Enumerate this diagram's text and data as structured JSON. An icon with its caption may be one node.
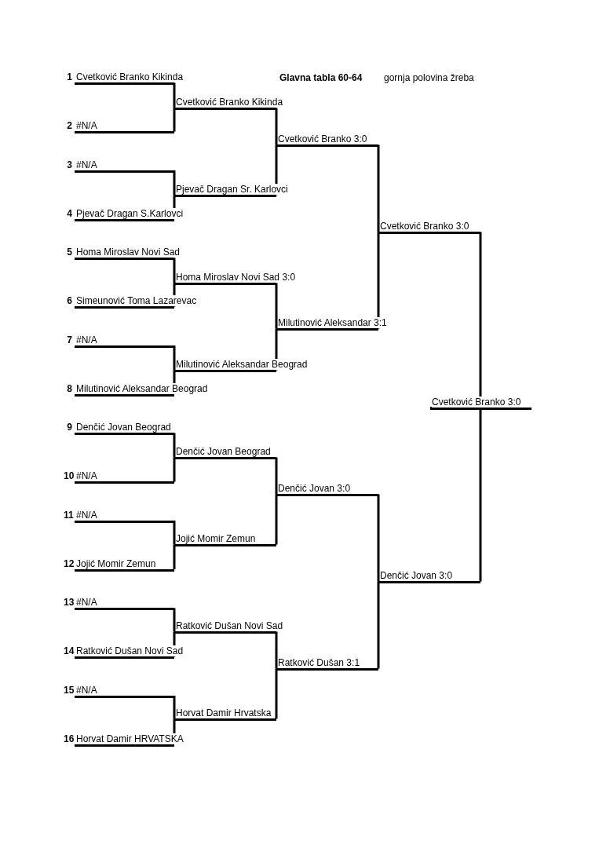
{
  "diagram": {
    "title": "Glavna tabla 60-64",
    "nodes": [
      {
        "text": [
          "Cvetković Branko Kikinda"
        ],
        "beside": [
          "1"
        ]
      },
      {
        "text": [
          "#N/A"
        ],
        "beside": [
          "2"
        ]
      },
      {
        "text": [
          "#N/A"
        ],
        "beside": [
          "3"
        ]
      },
      {
        "text": [
          "Pjevač Dragan S.Karlovci"
        ],
        "beside": [
          "4"
        ]
      },
      {
        "text": [
          "Homa Miroslav Novi Sad"
        ],
        "beside": [
          "5"
        ]
      },
      {
        "text": [
          "Simeunović Toma Lazarevac"
        ],
        "beside": [
          "6"
        ]
      },
      {
        "text": [
          "#N/A"
        ],
        "beside": [
          "7"
        ]
      },
      {
        "text": [
          "Milutinović Aleksandar Beograd"
        ],
        "beside": [
          "8"
        ]
      },
      {
        "text": [
          "Denčić Jovan Beograd"
        ],
        "beside": [
          "9"
        ]
      },
      {
        "text": [
          "#N/A"
        ],
        "beside": [
          "10"
        ]
      },
      {
        "text": [
          "#N/A"
        ],
        "beside": [
          "11"
        ]
      },
      {
        "text": [
          "Jojić Momir Zemun"
        ],
        "beside": [
          "12"
        ]
      },
      {
        "text": [
          "#N/A"
        ],
        "beside": [
          "13"
        ]
      },
      {
        "text": [
          "Ratković Dušan Novi Sad"
        ],
        "beside": [
          "14"
        ]
      },
      {
        "text": [
          "#N/A"
        ],
        "beside": [
          "15"
        ]
      },
      {
        "text": [
          "Horvat Damir HRVATSKA"
        ],
        "beside": [
          "16"
        ]
      },
      {
        "text": [
          "Cvetković Branko Kikinda"
        ]
      },
      {
        "text": [
          "Pjevač Dragan Sr. Karlovci"
        ]
      },
      {
        "text": [
          "Homa Miroslav Novi Sad 3:0"
        ]
      },
      {
        "text": [
          "Milutinović Aleksandar Beograd"
        ]
      },
      {
        "text": [
          "Denčić Jovan Beograd"
        ]
      },
      {
        "text": [
          "Jojić Momir Zemun"
        ]
      },
      {
        "text": [
          "Ratković Dušan Novi Sad"
        ]
      },
      {
        "text": [
          "Horvat Damir Hrvatska"
        ]
      },
      {
        "text": [
          "Cvetković Branko 3:0"
        ]
      },
      {
        "text": [
          "Milutinović Aleksandar 3:1"
        ]
      },
      {
        "text": [
          "Denčić Jovan 3:0"
        ]
      },
      {
        "text": [
          "Ratković Dušan 3:1"
        ]
      },
      {
        "text": [
          "Cvetković Branko 3:0"
        ]
      },
      {
        "text": [
          "Denčić Jovan 3:0"
        ]
      },
      {
        "text": [
          "Cvetković Branko 3:0"
        ]
      }
    ],
    "edges": [
      {
        "from": 0,
        "to": 16,
        "arrow": "none"
      },
      {
        "from": 1,
        "to": 16,
        "arrow": "none"
      },
      {
        "from": 2,
        "to": 17,
        "arrow": "none"
      },
      {
        "from": 3,
        "to": 17,
        "arrow": "none"
      },
      {
        "from": 4,
        "to": 18,
        "arrow": "none"
      },
      {
        "from": 5,
        "to": 18,
        "arrow": "none"
      },
      {
        "from": 6,
        "to": 19,
        "arrow": "none"
      },
      {
        "from": 7,
        "to": 19,
        "arrow": "none"
      },
      {
        "from": 8,
        "to": 20,
        "arrow": "none"
      },
      {
        "from": 9,
        "to": 20,
        "arrow": "none"
      },
      {
        "from": 10,
        "to": 21,
        "arrow": "none"
      },
      {
        "from": 11,
        "to": 21,
        "arrow": "none"
      },
      {
        "from": 12,
        "to": 22,
        "arrow": "none"
      },
      {
        "from": 13,
        "to": 22,
        "arrow": "none"
      },
      {
        "from": 14,
        "to": 23,
        "arrow": "none"
      },
      {
        "from": 15,
        "to": 23,
        "arrow": "none"
      },
      {
        "from": 16,
        "to": 24,
        "arrow": "none"
      },
      {
        "from": 17,
        "to": 24,
        "arrow": "none"
      },
      {
        "from": 18,
        "to": 25,
        "arrow": "none"
      },
      {
        "from": 19,
        "to": 25,
        "arrow": "none"
      },
      {
        "from": 20,
        "to": 26,
        "arrow": "none"
      },
      {
        "from": 21,
        "to": 26,
        "arrow": "none"
      },
      {
        "from": 22,
        "to": 27,
        "arrow": "none"
      },
      {
        "from": 23,
        "to": 27,
        "arrow": "none"
      },
      {
        "from": 24,
        "to": 28,
        "arrow": "none"
      },
      {
        "from": 25,
        "to": 28,
        "arrow": "none"
      },
      {
        "from": 26,
        "to": 29,
        "arrow": "none"
      },
      {
        "from": 27,
        "to": 29,
        "arrow": "none"
      },
      {
        "from": 28,
        "to": 30,
        "arrow": "none"
      },
      {
        "from": 29,
        "to": 30,
        "arrow": "none"
      }
    ],
    "labels": [
      "gornja polovina žreba"
    ]
  }
}
